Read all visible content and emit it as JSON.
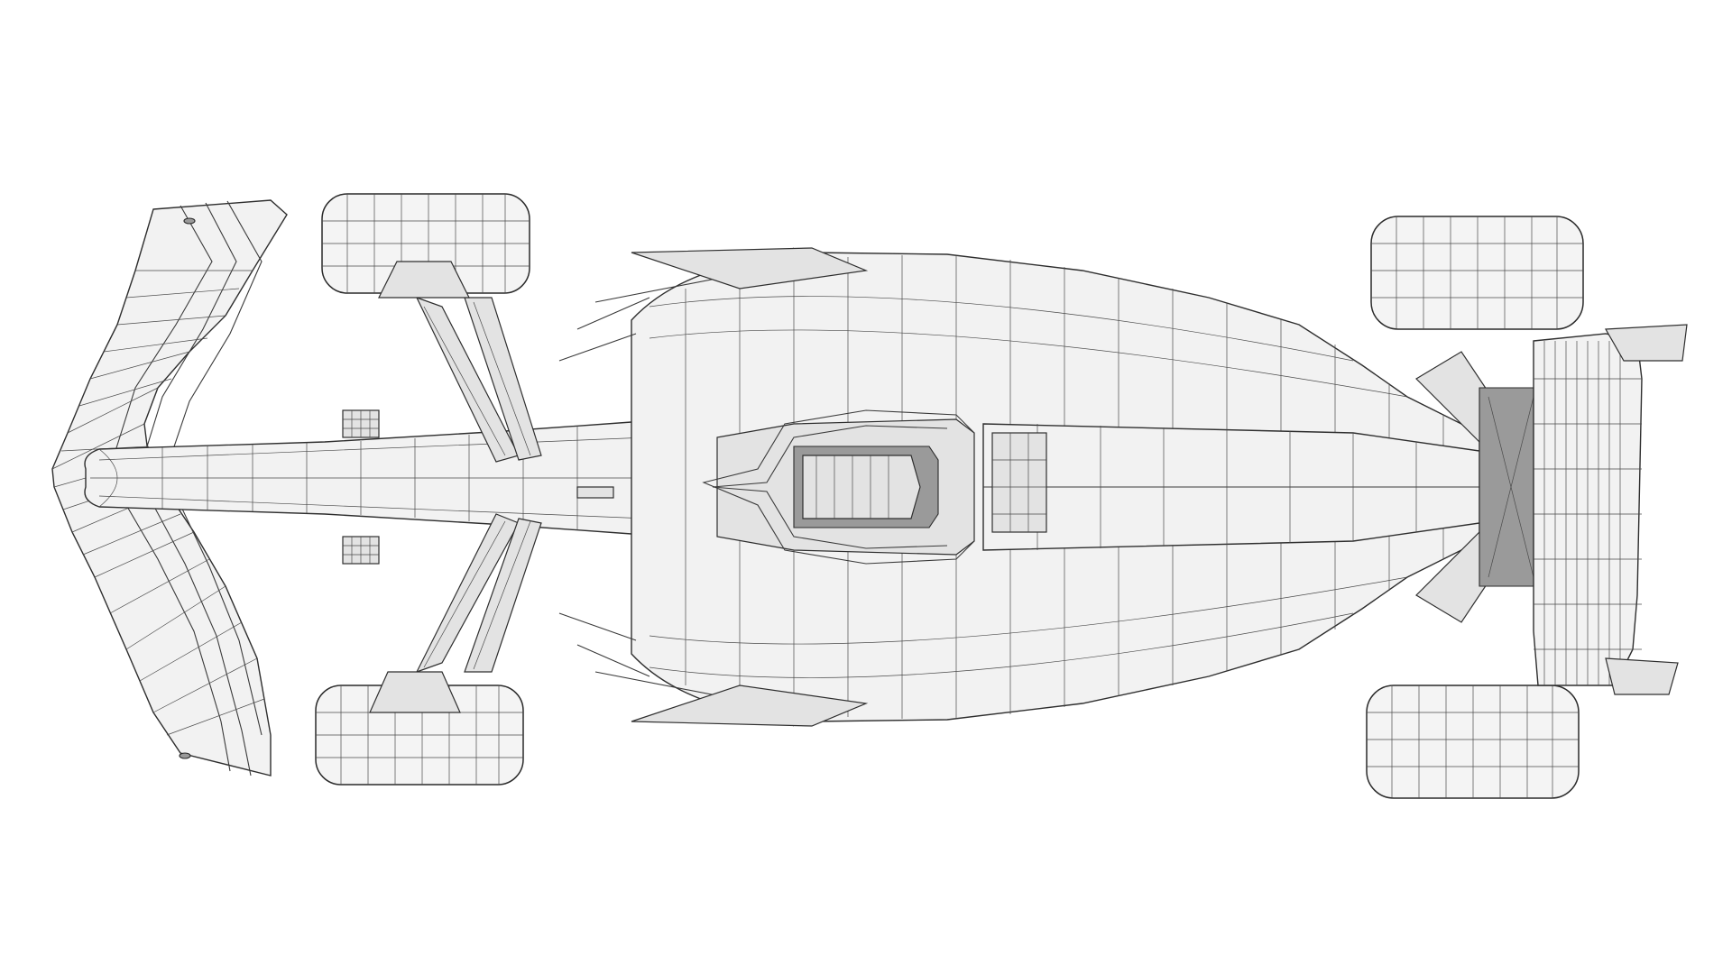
{
  "image": {
    "subject": "",
    "background_color": "#ffffff",
    "line_color": "#333333",
    "surface_color": "#f2f2f2",
    "shadow_color": "#9a9a9a"
  },
  "components": [
    {
      "id": "front-wing"
    },
    {
      "id": "nose-cone"
    },
    {
      "id": "front-left-tire"
    },
    {
      "id": "front-right-tire"
    },
    {
      "id": "front-suspension"
    },
    {
      "id": "cockpit"
    },
    {
      "id": "halo"
    },
    {
      "id": "sidepods"
    },
    {
      "id": "engine-cover"
    },
    {
      "id": "rear-left-tire"
    },
    {
      "id": "rear-right-tire"
    },
    {
      "id": "rear-suspension"
    },
    {
      "id": "rear-wing"
    }
  ]
}
